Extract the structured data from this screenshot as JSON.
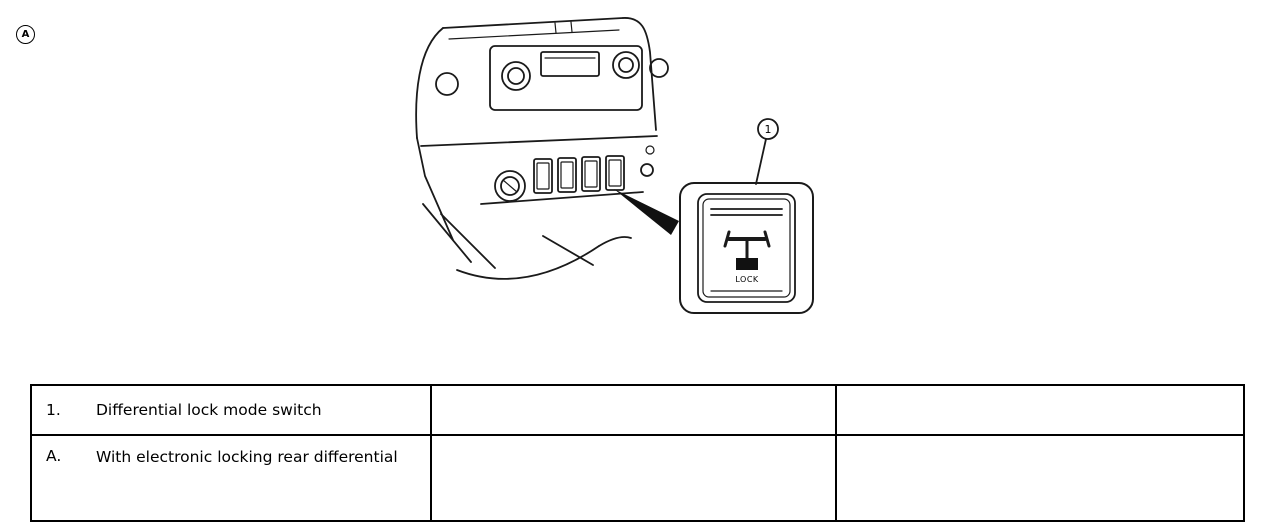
{
  "figure": {
    "variant_label": "A",
    "callout": {
      "number": "1"
    },
    "detail_switch": {
      "label": "LOCK"
    },
    "stroke_color": "#1a1a1a"
  },
  "legend_table": {
    "rows": [
      {
        "key": "1.",
        "label": "Differential lock mode switch"
      },
      {
        "key": "A.",
        "label": "With electronic locking rear differential"
      }
    ]
  }
}
